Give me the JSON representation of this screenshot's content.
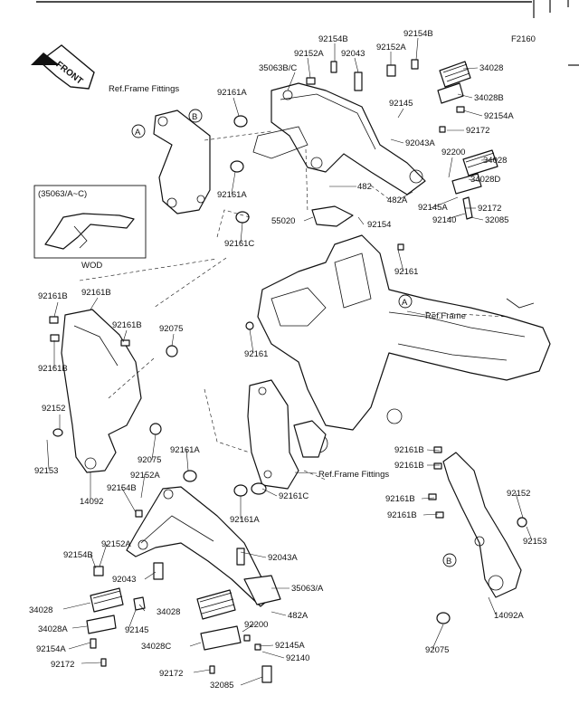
{
  "figure_code": "F2160",
  "front_label": "FRONT",
  "wod_box": {
    "title": "(35063/A~C)",
    "caption": "WOD"
  },
  "callouts": {
    "A": "A",
    "B": "B"
  },
  "labels": [
    "92154B",
    "92152A",
    "92154B",
    "92152A",
    "92043",
    "35063B/C",
    "34028",
    "Ref.Frame Fittings",
    "34028B",
    "92145",
    "92154A",
    "92161A",
    "92172",
    "92043A",
    "92200",
    "34028",
    "34028D",
    "92161A",
    "482",
    "482A",
    "92172",
    "92145A",
    "32085",
    "55020",
    "92154",
    "92140",
    "92161C",
    "92161",
    "92161B",
    "92161B",
    "92161B",
    "92075",
    "92161B",
    "Ref.Frame",
    "92161",
    "92152",
    "92153",
    "92075",
    "92161A",
    "92152A",
    "92154B",
    "92161C",
    "14092",
    "Ref.Frame Fittings",
    "92161A",
    "92161B",
    "92161B",
    "92161B",
    "92161B",
    "92152",
    "92153",
    "92152A",
    "92154B",
    "92043A",
    "92043",
    "35063/A",
    "34028",
    "34028",
    "482A",
    "92200",
    "34028A",
    "92145",
    "92154A",
    "34028C",
    "92145A",
    "92140",
    "92172",
    "92172",
    "32085",
    "14092A",
    "92075"
  ]
}
